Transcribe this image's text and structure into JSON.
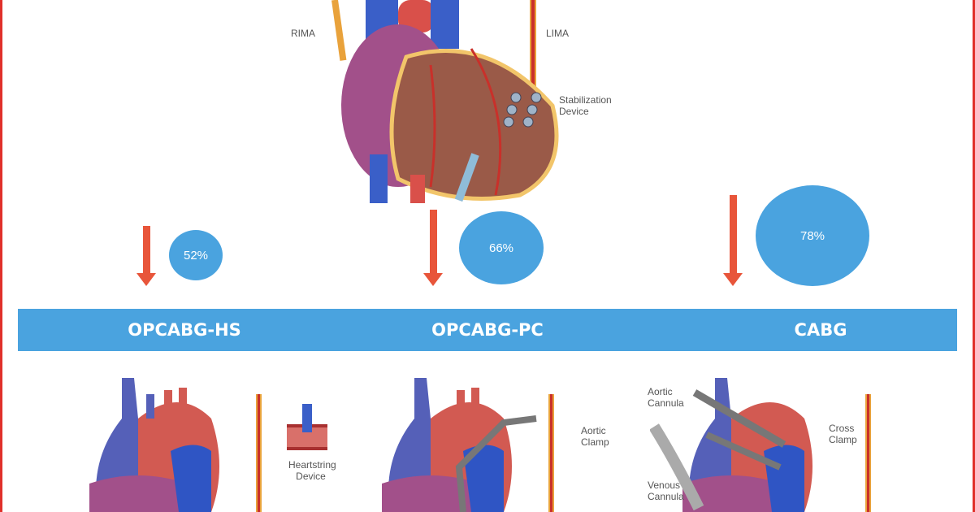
{
  "top_heart": {
    "labels": {
      "rima": "RIMA",
      "lima": "LIMA",
      "stabilization": "Stabilization Device"
    }
  },
  "methods": [
    {
      "name": "OPCABG-HS",
      "percent": "52%"
    },
    {
      "name": "OPCABG-PC",
      "percent": "66%"
    },
    {
      "name": "CABG",
      "percent": "78%"
    }
  ],
  "bottom_labels": {
    "heartstring": "Heartstring Device",
    "aortic_clamp": "Aortic Clamp",
    "aortic_cannula": "Aortic Cannula",
    "cross_clamp": "Cross Clamp",
    "venous_cannula": "Venous Cannula"
  },
  "colors": {
    "accent_blue": "#4aa3df",
    "arrow": "#e8553a",
    "border": "#e0302a"
  }
}
